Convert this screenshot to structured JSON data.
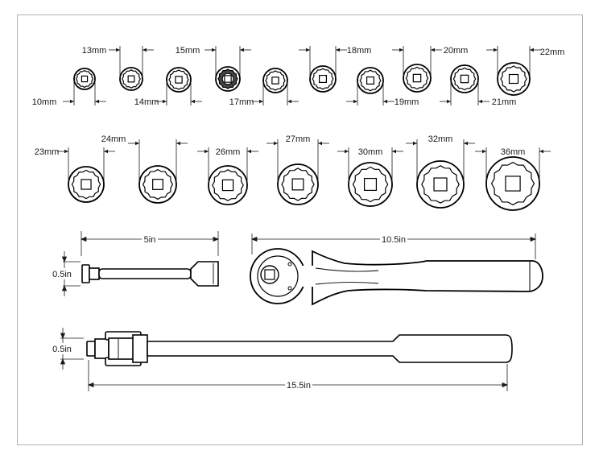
{
  "colors": {
    "stroke": "#000000",
    "text": "#1a1a1a",
    "frame": "#b0b0b0"
  },
  "sockets_row1": [
    {
      "label": "10mm",
      "size_mm": 10
    },
    {
      "label": "13mm",
      "size_mm": 13
    },
    {
      "label": "14mm",
      "size_mm": 14
    },
    {
      "label": "15mm",
      "size_mm": 15
    },
    {
      "label": "17mm",
      "size_mm": 17
    },
    {
      "label": "18mm",
      "size_mm": 18
    },
    {
      "label": "19mm",
      "size_mm": 19
    },
    {
      "label": "20mm",
      "size_mm": 20
    },
    {
      "label": "21mm",
      "size_mm": 21
    },
    {
      "label": "22mm",
      "size_mm": 22
    }
  ],
  "sockets_row2": [
    {
      "label": "23mm",
      "size_mm": 23
    },
    {
      "label": "24mm",
      "size_mm": 24
    },
    {
      "label": "26mm",
      "size_mm": 26
    },
    {
      "label": "27mm",
      "size_mm": 27
    },
    {
      "label": "30mm",
      "size_mm": 30
    },
    {
      "label": "32mm",
      "size_mm": 32
    },
    {
      "label": "36mm",
      "size_mm": 36
    }
  ],
  "extension": {
    "length_label": "5in",
    "height_label": "0.5in"
  },
  "ratchet": {
    "length_label": "10.5in"
  },
  "breaker_bar": {
    "length_label": "15.5in",
    "height_label": "0.5in"
  }
}
